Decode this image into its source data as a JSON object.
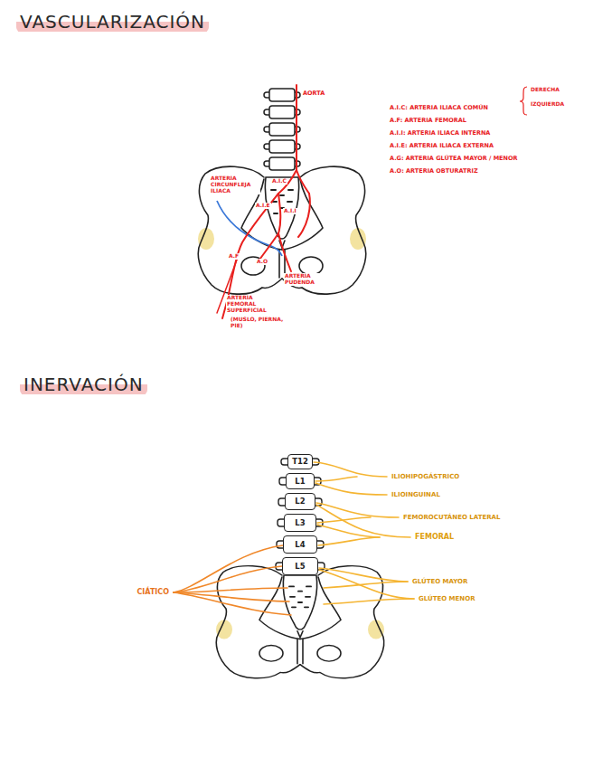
{
  "diagram": {
    "title": "VASCULARIZACIÓN",
    "nodes": [
      {
        "text": [
          "T12"
        ]
      },
      {
        "text": [
          "L1"
        ]
      },
      {
        "text": [
          "L2"
        ]
      },
      {
        "text": [
          "L3"
        ]
      },
      {
        "text": [
          "L4"
        ]
      },
      {
        "text": [
          "L5"
        ]
      }
    ],
    "labels": [
      "INERVACIÓN",
      "AORTA",
      "A.I.C",
      "ARTERIA CIRCUNFLEJA ILIACA",
      "A.I.I",
      "A.I.E",
      "A.F",
      "A.O",
      "ARTERIA PUDENDA",
      "ARTERIA FEMORAL SUPERFICIAL",
      "(MUSLO, PIERNA, PIE)",
      "A.I.C: ARTERIA ILIACA COMÚN",
      "DERECHA",
      "IZQUIERDA",
      "A.F: ARTERIA FEMORAL",
      "A.I.I: ARTERIA ILIACA INTERNA",
      "A.I.E: ARTERIA ILIACA EXTERNA",
      "A.G: ARTERIA GLÚTEA MAYOR / MENOR",
      "A.O: ARTERIA OBTURATRIZ",
      "ILIOHIPOGÁSTRICO",
      "ILIOINGUINAL",
      "FEMOROCUTÁNEO LATERAL",
      "FEMORAL",
      "GLÚTEO MAYOR",
      "GLÚTEO MENOR",
      "CIÁTICO"
    ]
  }
}
